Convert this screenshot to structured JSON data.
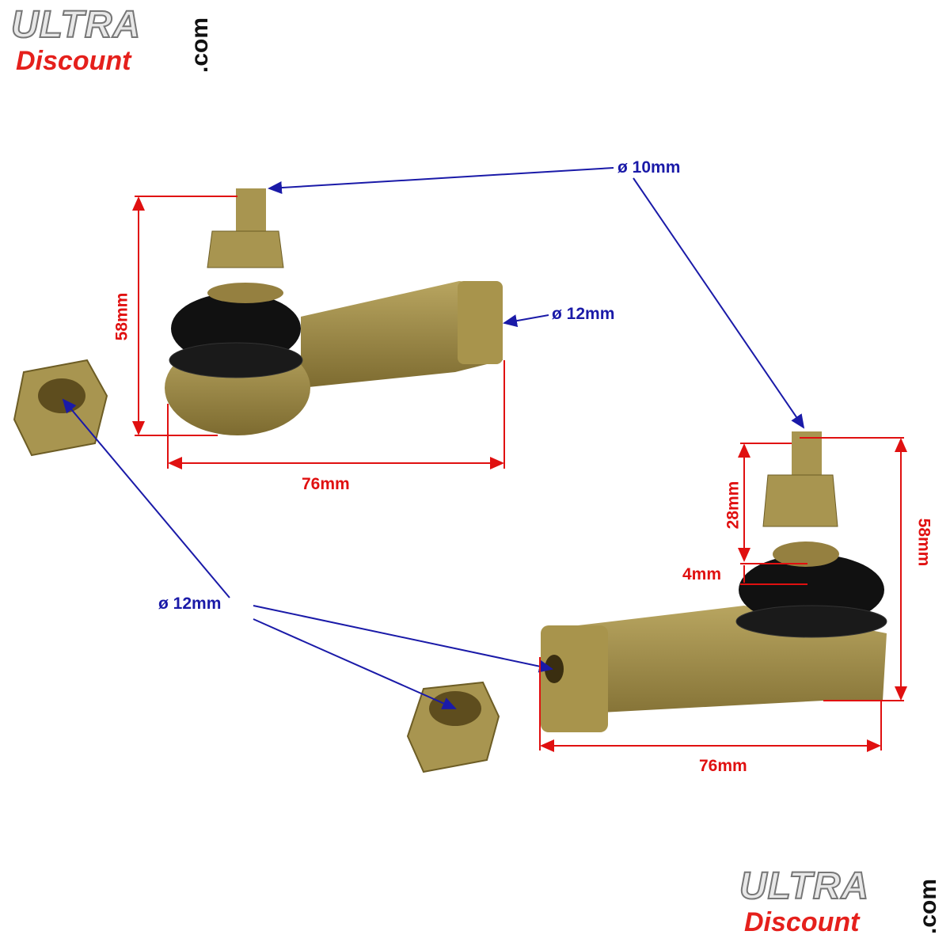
{
  "logo": {
    "ultra": "ULTRA",
    "discount": "Discount",
    "com": ".com"
  },
  "dimensions": {
    "stud_diameter": "ø 10mm",
    "thread_diameter_top": "ø 12mm",
    "height_left": "58mm",
    "length_left": "76mm",
    "stud_length": "28mm",
    "washer": "4mm",
    "height_right": "58mm",
    "nut_diameter": "ø 12mm",
    "length_right": "76mm"
  },
  "colors": {
    "annotation_blue": "#1a1aa8",
    "dimension_red": "#e01010",
    "metal": "#9c8a45",
    "rubber": "#111111"
  }
}
